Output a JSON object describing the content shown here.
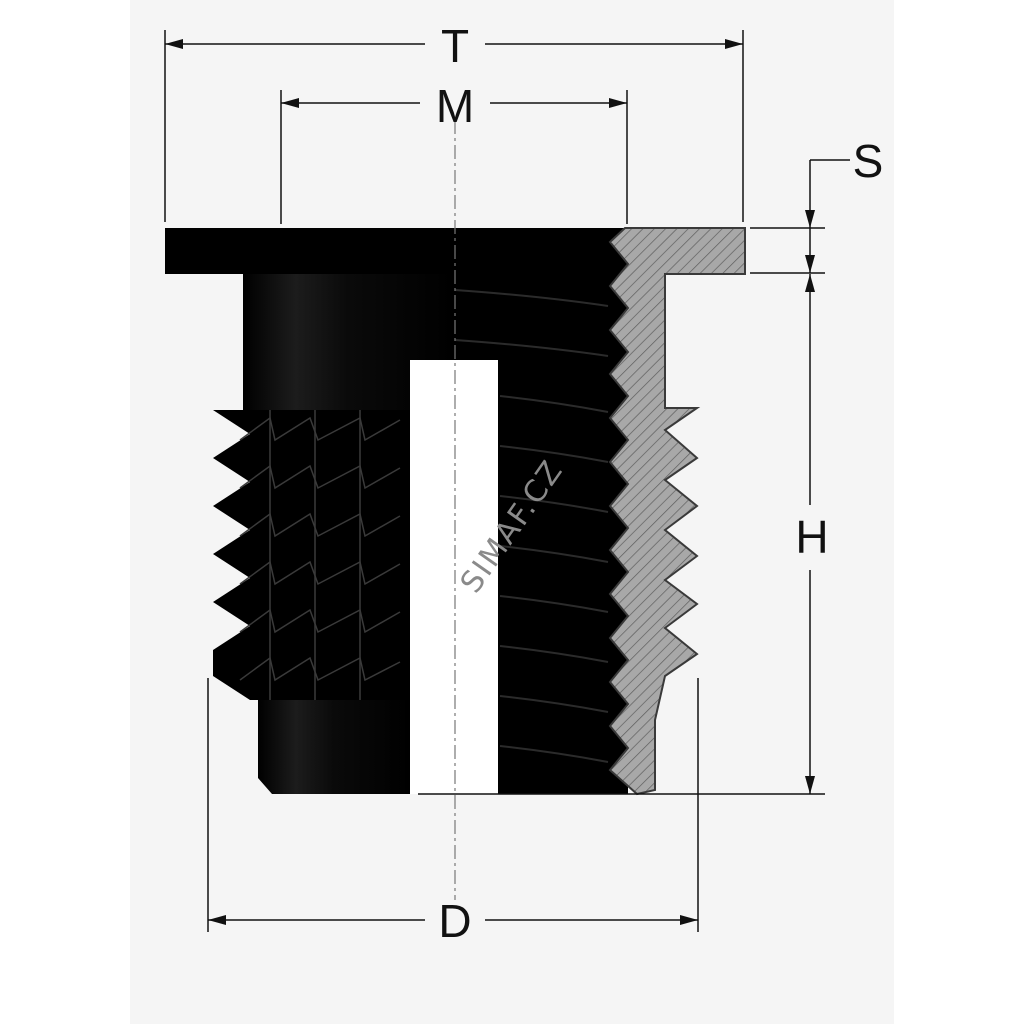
{
  "drawing": {
    "labels": {
      "total_flange_width": "T",
      "thread_diameter": "M",
      "flange_thickness": "S",
      "height": "H",
      "outer_diameter": "D"
    },
    "watermark": "SIMAF.CZ",
    "colors": {
      "body": "#000000",
      "section_fill": "#a8a8a8",
      "hatch": "#5e5e5e",
      "dimension_line": "#111111",
      "centerline": "#777777",
      "background_panel": "#f5f5f5"
    }
  }
}
